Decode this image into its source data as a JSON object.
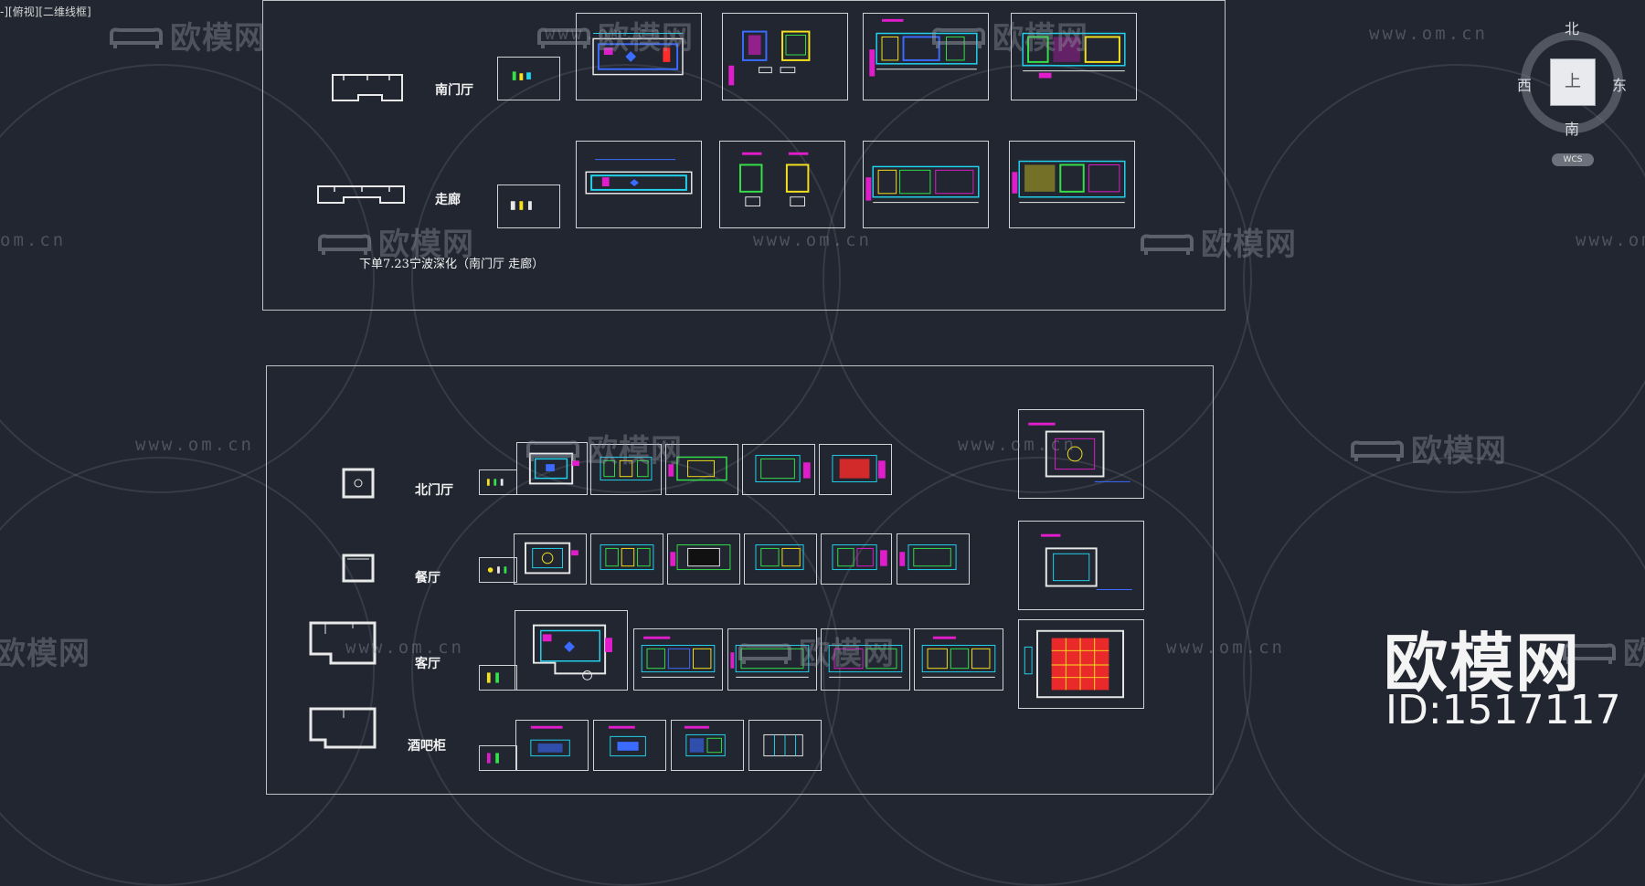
{
  "viewport": {
    "label": "-][俯视][二维线框]"
  },
  "top_frame": {
    "rows": [
      {
        "label": "南门厅"
      },
      {
        "label": "走廊"
      }
    ],
    "caption": "下单7.23宁波深化（南门厅 走廊）"
  },
  "bottom_frame": {
    "rows": [
      {
        "label": "北门厅"
      },
      {
        "label": "餐厅"
      },
      {
        "label": "客厅"
      },
      {
        "label": "酒吧柜"
      }
    ]
  },
  "viewcube": {
    "north": "北",
    "south": "南",
    "west": "西",
    "east": "东",
    "face": "上",
    "wcs": "WCS"
  },
  "watermark": {
    "logo_text": "欧模网",
    "url": "www.om.cn",
    "url_fragment": "om.cn",
    "url_partial": "www.om.cr",
    "logo_fragment": "欧模网"
  },
  "brand": {
    "name": "欧模网",
    "id": "ID:1517117"
  },
  "colors": {
    "background": "#212630",
    "frame": "#bfc3c8",
    "cad_cyan": "#22d3ee",
    "cad_magenta": "#e11dcb",
    "cad_yellow": "#f5e11d",
    "cad_green": "#36e04a",
    "cad_red": "#ff2a2a",
    "cad_blue": "#3b6bff"
  }
}
